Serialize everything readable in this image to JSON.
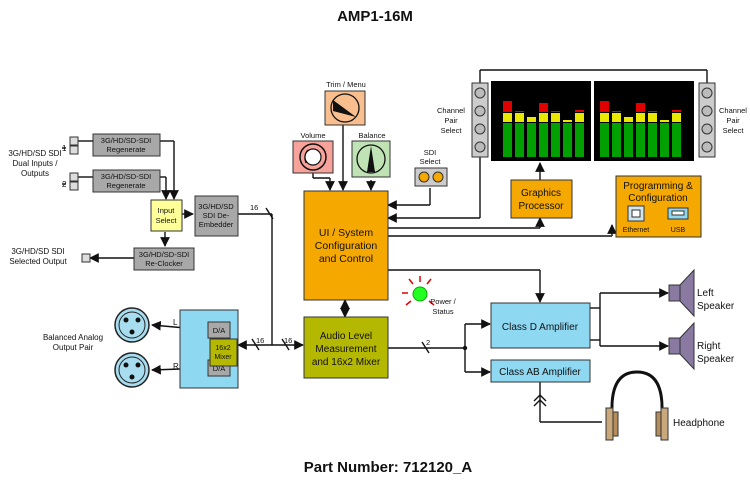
{
  "title": "AMP1-16M",
  "part_number": "Part Number:  712120_A",
  "inputs": {
    "sdi_label": [
      "3G/HD/SD SDI",
      "Dual Inputs /",
      "Outputs"
    ],
    "port1": "1",
    "port2": "2",
    "selected_output_label": [
      "3G/HD/SD SDI",
      "Selected Output"
    ],
    "analog_label": [
      "Balanced Analog",
      "Output Pair"
    ],
    "l": "L",
    "r": "R"
  },
  "blocks": {
    "regen1": [
      "3G/HD/SD-SDI",
      "Regenerate"
    ],
    "regen2": [
      "3G/HD/SD-SDI",
      "Regenerate"
    ],
    "input_select": [
      "Input",
      "Select"
    ],
    "deembedder": [
      "3G/HD/SD",
      "SDI De-",
      "Embedder"
    ],
    "reclocker": [
      "3G/HD/SD-SDI",
      "Re-Clocker"
    ],
    "da": "D/A",
    "mixer_small": [
      "16x2",
      "Mixer"
    ],
    "ui_system": [
      "UI / System",
      "Configuration",
      "and Control"
    ],
    "audio_mixer": [
      "Audio Level",
      "Measurement",
      "and 16x2 Mixer"
    ],
    "graphics": [
      "Graphics",
      "Processor"
    ],
    "programming": [
      "Programming &",
      "Configuration"
    ],
    "ethernet": "Ethernet",
    "usb": "USB",
    "class_d": "Class D Amplifier",
    "class_ab": "Class AB Amplifier"
  },
  "controls": {
    "trim_menu": "Trim / Menu",
    "volume": "Volume",
    "balance": "Balance",
    "sdi_select": [
      "SDI",
      "Select"
    ],
    "channel_pair_select": [
      "Channel",
      "Pair",
      "Select"
    ]
  },
  "status": {
    "power_status": [
      "Power /",
      "Status"
    ]
  },
  "outputs": {
    "left_speaker": [
      "Left",
      "Speaker"
    ],
    "right_speaker": [
      "Right",
      "Speaker"
    ],
    "headphone": "Headphone"
  },
  "bus_labels": {
    "deembed_16": "16",
    "mixer_16a": "16",
    "mixer_16b": "16",
    "amp_2": "2"
  },
  "colors": {
    "orange": "#F5A800",
    "olive": "#B5B800",
    "cyan": "#8FD8F2",
    "gray_block": "#A8A8A8",
    "yellow_block": "#FFFF99",
    "peach": "#F9BE8E",
    "salmon": "#F7A29A",
    "green_knob": "#BFE3B4",
    "led_green": "#22FF22",
    "meter_green": "#00A000",
    "meter_yellow": "#E8E800",
    "meter_red": "#E00000",
    "speaker": "#8A7AA2",
    "headphone_pad": "#C9A87C"
  }
}
